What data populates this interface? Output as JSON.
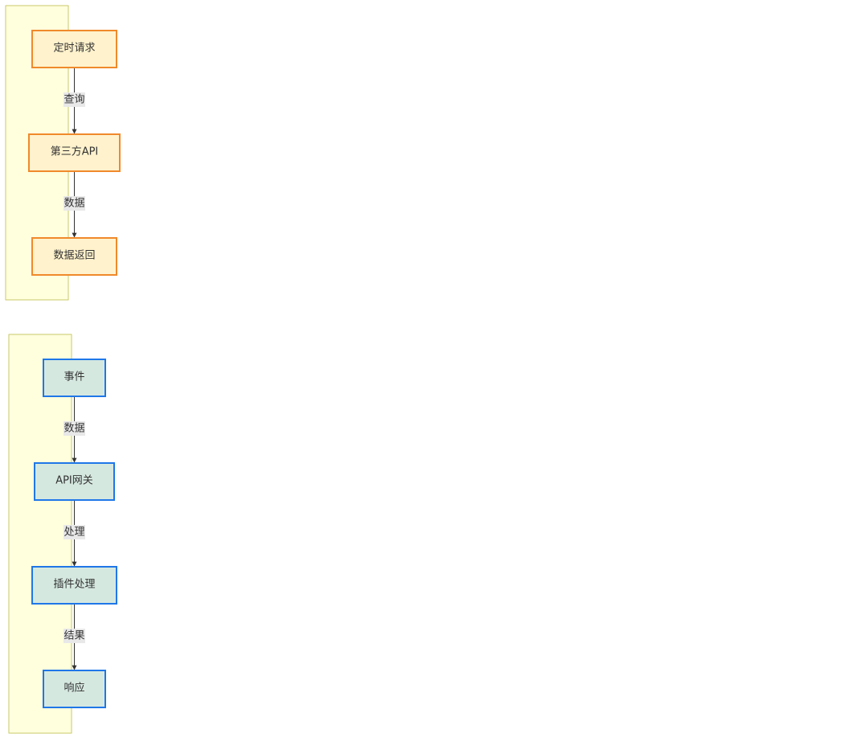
{
  "colors": {
    "cluster_fill": "#ffffde",
    "cluster_stroke": "#c9c96a",
    "orange_fill": "#fff2cc",
    "orange_stroke": "#f0892b",
    "blue_fill": "#d5e8e0",
    "blue_stroke": "#1f77e8",
    "edge": "#333333"
  },
  "flows": [
    {
      "id": "scheduled",
      "style": "orange",
      "nodes": [
        {
          "id": "timer",
          "label": "定时请求"
        },
        {
          "id": "third_api",
          "label": "第三方API"
        },
        {
          "id": "data_return",
          "label": "数据返回"
        }
      ],
      "edges": [
        {
          "from": "timer",
          "to": "third_api",
          "label": "查询"
        },
        {
          "from": "third_api",
          "to": "data_return",
          "label": "数据"
        }
      ]
    },
    {
      "id": "event_driven",
      "style": "blue",
      "nodes": [
        {
          "id": "event",
          "label": "事件"
        },
        {
          "id": "gateway",
          "label": "API网关"
        },
        {
          "id": "plugin",
          "label": "插件处理"
        },
        {
          "id": "response",
          "label": "响应"
        }
      ],
      "edges": [
        {
          "from": "event",
          "to": "gateway",
          "label": "数据"
        },
        {
          "from": "gateway",
          "to": "plugin",
          "label": "处理"
        },
        {
          "from": "plugin",
          "to": "response",
          "label": "结果"
        }
      ]
    }
  ]
}
